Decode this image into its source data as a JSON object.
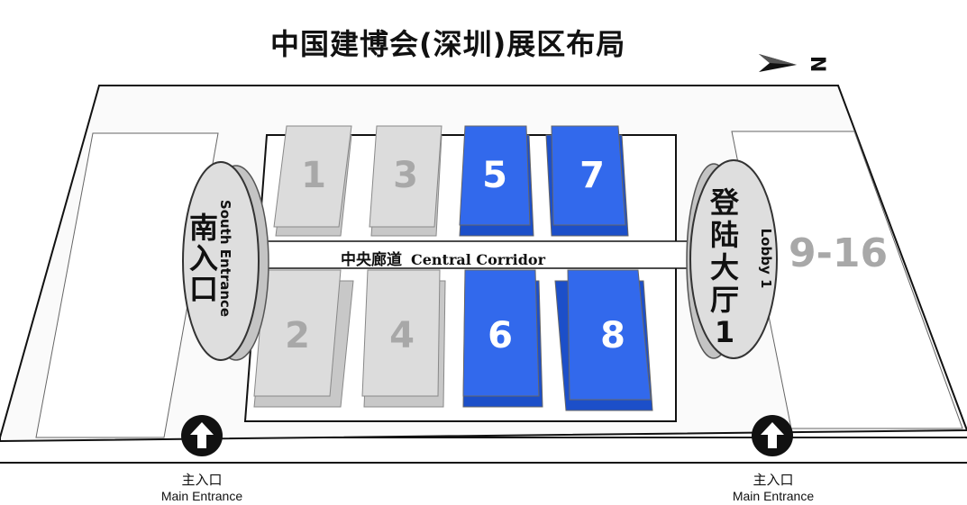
{
  "title": "中国建博会(深圳)展区布局",
  "compass": {
    "letter": "N"
  },
  "halls": [
    {
      "id": "1",
      "color": "grey"
    },
    {
      "id": "3",
      "color": "grey"
    },
    {
      "id": "5",
      "color": "blue"
    },
    {
      "id": "7",
      "color": "blue"
    },
    {
      "id": "2",
      "color": "grey"
    },
    {
      "id": "4",
      "color": "grey"
    },
    {
      "id": "6",
      "color": "blue"
    },
    {
      "id": "8",
      "color": "blue"
    }
  ],
  "corridor": {
    "cn": "中央廊道",
    "en": "Central Corridor"
  },
  "south_entrance": {
    "cn": "南\n入\n口",
    "en": "South Entrance"
  },
  "lobby": {
    "cn": "登\n陆\n大\n厅\n1",
    "en": "Lobby 1"
  },
  "other_halls": "9-16",
  "main_entrances": [
    {
      "cn": "主入口",
      "en": "Main Entrance"
    },
    {
      "cn": "主入口",
      "en": "Main Entrance"
    }
  ],
  "colors": {
    "hall_blue": "#2f63e6",
    "hall_grey": "#d8d8d8",
    "outline": "#111111"
  }
}
